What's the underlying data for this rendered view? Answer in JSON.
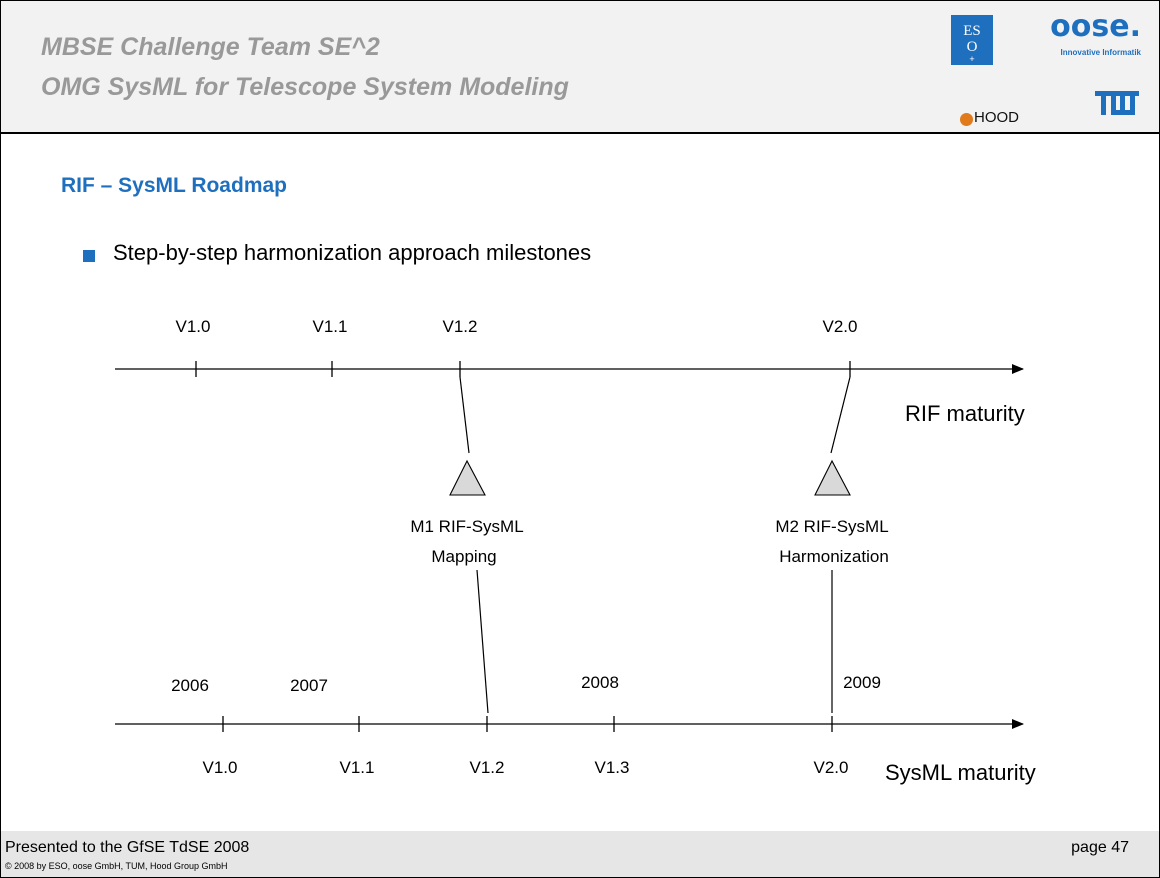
{
  "header": {
    "line1": "MBSE Challenge Team SE^2",
    "line2": "OMG SysML for Telescope System Modeling",
    "logos": {
      "eso": "ESO",
      "oose": "oose.",
      "oose_sub": "Innovative Informatik",
      "hood": "HOOD",
      "tum": "TUM"
    }
  },
  "slide": {
    "title": "RIF – SysML Roadmap",
    "bullet": "Step-by-step harmonization approach milestones"
  },
  "diagram": {
    "rif_axis": {
      "label": "RIF maturity",
      "versions": [
        "V1.0",
        "V1.1",
        "V1.2",
        "V2.0"
      ]
    },
    "sysml_axis": {
      "label": "SysML maturity",
      "versions": [
        "V1.0",
        "V1.1",
        "V1.2",
        "V1.3",
        "V2.0"
      ],
      "years": [
        "2006",
        "2007",
        "2008",
        "2009"
      ]
    },
    "milestones": [
      {
        "line1": "M1 RIF-SysML",
        "line2": "Mapping"
      },
      {
        "line1": "M2 RIF-SysML",
        "line2": "Harmonization"
      }
    ]
  },
  "colors": {
    "accent": "#1f6fbf",
    "header_text": "#999999",
    "milestone_fill": "#d9d9d9"
  },
  "footer": {
    "left": "Presented to the GfSE TdSE 2008",
    "copyright": "© 2008 by ESO, oose GmbH, TUM, Hood Group GmbH",
    "page": "page 47"
  }
}
